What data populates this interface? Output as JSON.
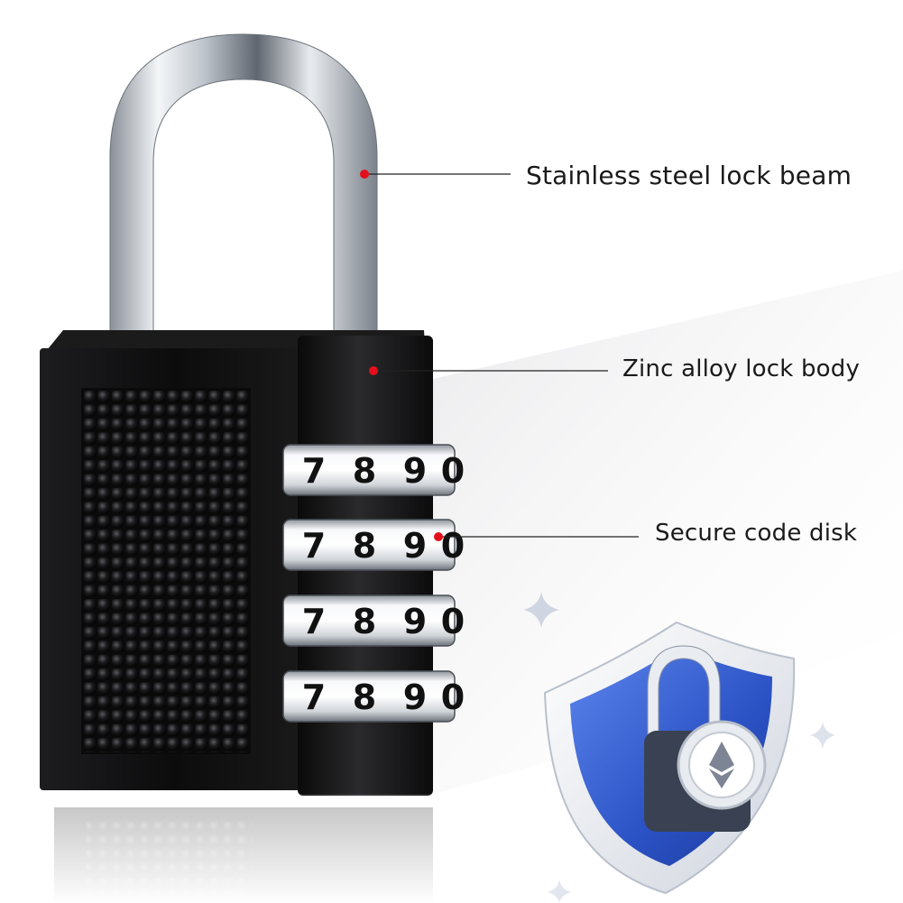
{
  "callouts": {
    "beam": "Stainless steel lock beam",
    "body": "Zinc alloy lock body",
    "disk": "Secure code disk"
  },
  "dials": {
    "digits": [
      "7",
      "8",
      "9",
      "0"
    ],
    "rows": 4
  },
  "colors": {
    "lock_body": "#111111",
    "chrome": "#d9dde2",
    "marker": "#e3101b",
    "shield_blue": "#2f57c9",
    "shield_rim": "#e6e8ee"
  },
  "icons": {
    "badge": "padlock-shield-icon",
    "badge_emblem": "ethereum-icon"
  }
}
